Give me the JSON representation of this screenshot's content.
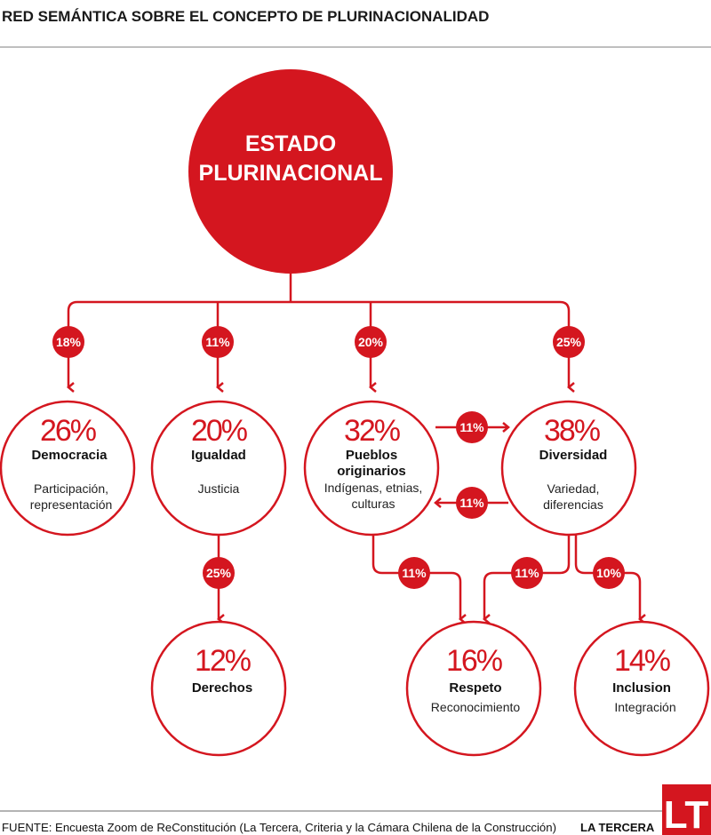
{
  "title": "RED SEMÁNTICA SOBRE EL CONCEPTO DE PLURINACIONALIDAD",
  "root": {
    "line1": "ESTADO",
    "line2": "PLURINACIONAL"
  },
  "root_links": [
    "18%",
    "11%",
    "20%",
    "25%"
  ],
  "nodes": {
    "democracia": {
      "pct": "26%",
      "name": "Democracia",
      "sub1": "Participación,",
      "sub2": "representación"
    },
    "igualdad": {
      "pct": "20%",
      "name": "Igualdad",
      "sub1": "Justicia"
    },
    "pueblos": {
      "pct": "32%",
      "name1": "Pueblos",
      "name2": "originarios",
      "sub1": "Indígenas, etnias,",
      "sub2": "culturas"
    },
    "diversidad": {
      "pct": "38%",
      "name": "Diversidad",
      "sub1": "Variedad,",
      "sub2": "diferencias"
    },
    "derechos": {
      "pct": "12%",
      "name": "Derechos"
    },
    "respeto": {
      "pct": "16%",
      "name": "Respeto",
      "sub1": "Reconocimiento"
    },
    "inclusion": {
      "pct": "14%",
      "name": "Inclusion",
      "sub1": "Integración"
    }
  },
  "links": {
    "pueblos_to_diversidad": "11%",
    "diversidad_to_pueblos": "11%",
    "igualdad_to_derechos": "25%",
    "pueblos_to_respeto": "11%",
    "diversidad_to_respeto": "11%",
    "diversidad_to_inclusion": "10%"
  },
  "footer": {
    "source": "FUENTE: Encuesta Zoom de ReConstitución (La Tercera, Criteria y la Cámara Chilena de la Construcción)",
    "brand": "LA TERCERA",
    "logo": "LT"
  },
  "colors": {
    "accent": "#d4161f"
  }
}
